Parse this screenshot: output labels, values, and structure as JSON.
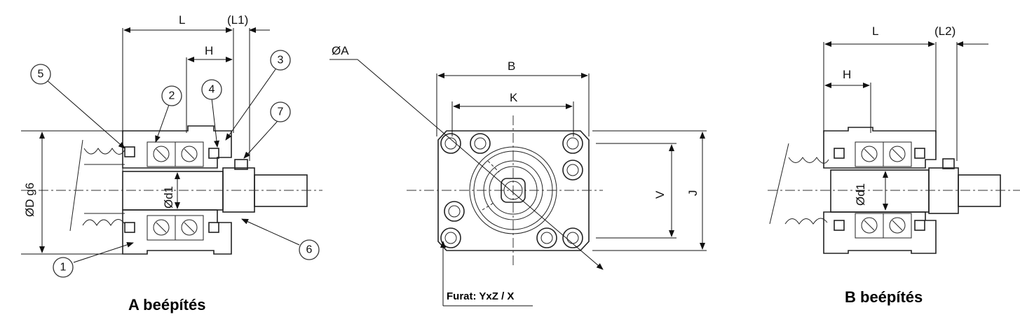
{
  "views": {
    "a": {
      "caption": "A beépítés",
      "dims": {
        "L": "L",
        "L1": "(L1)",
        "H": "H",
        "D": "ØD g6",
        "d1": "Ød1"
      },
      "callouts": [
        "1",
        "2",
        "3",
        "4",
        "5",
        "6",
        "7"
      ]
    },
    "front": {
      "dims": {
        "A": "ØA",
        "B": "B",
        "K": "K",
        "V": "V",
        "J": "J"
      },
      "hole_note": "Furat: YxZ / X"
    },
    "b": {
      "caption": "B beépítés",
      "dims": {
        "L": "L",
        "L2": "(L2)",
        "H": "H",
        "d1": "Ød1"
      }
    }
  },
  "colors": {
    "line": "#222222",
    "background": "#ffffff"
  }
}
